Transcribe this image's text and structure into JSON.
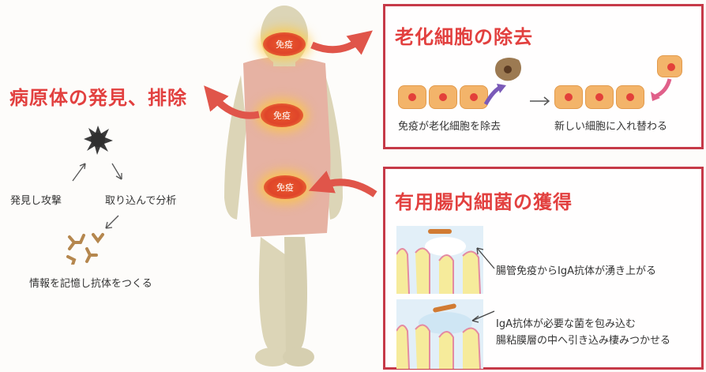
{
  "left": {
    "title": "病原体の発見、排除",
    "discover_label": "発見し攻撃",
    "absorb_label": "取り込んで分析",
    "memory_label": "情報を記憶し抗体をつくる"
  },
  "body_badges": [
    "免疫",
    "免疫",
    "免疫"
  ],
  "panel_top": {
    "title": "老化細胞の除去",
    "caption_left": "免疫が老化細胞を除去",
    "caption_right": "新しい細胞に入れ替わる"
  },
  "panel_bottom": {
    "title": "有用腸内細菌の獲得",
    "caption1": "腸管免疫からIgA抗体が湧き上がる",
    "caption2_line1": "IgA抗体が必要な菌を包み込む",
    "caption2_line2": "腸粘膜層の中へ引き込み棲みつかせる"
  },
  "colors": {
    "accent_red": "#e2403f",
    "panel_border": "#c63a48",
    "body": "#dcd5b7",
    "torso": "#e6b2a3"
  }
}
